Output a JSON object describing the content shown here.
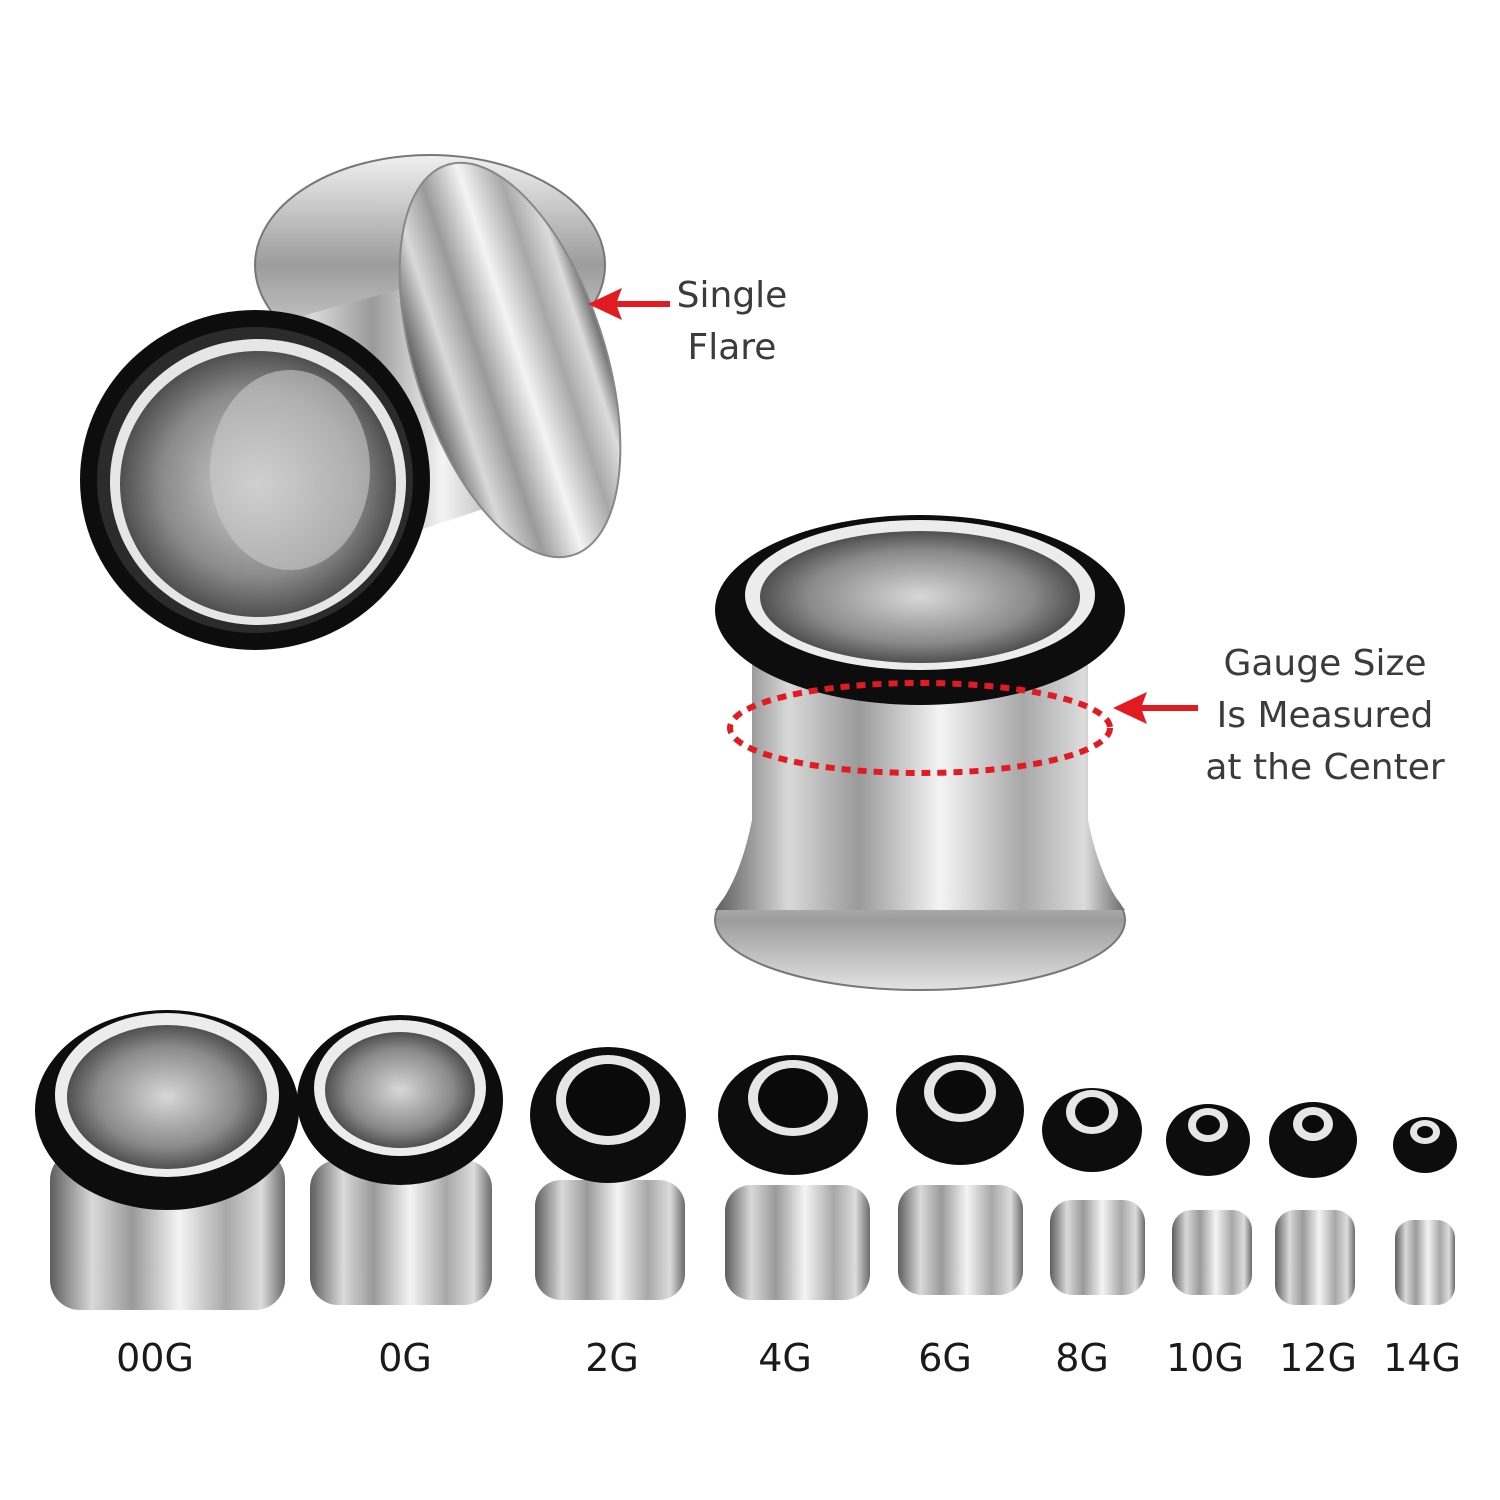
{
  "annotations": {
    "single_flare": {
      "line1": "Single",
      "line2": "Flare"
    },
    "gauge_size": {
      "line1": "Gauge Size",
      "line2": "Is Measured",
      "line3": "at the Center"
    }
  },
  "gauges": [
    {
      "label": "00G"
    },
    {
      "label": "0G"
    },
    {
      "label": "2G"
    },
    {
      "label": "4G"
    },
    {
      "label": "6G"
    },
    {
      "label": "8G"
    },
    {
      "label": "10G"
    },
    {
      "label": "12G"
    },
    {
      "label": "14G"
    }
  ],
  "colors": {
    "arrow": "#e21b23",
    "ring": "#0d0d0d",
    "steel_light": "#e8e8e8",
    "steel_dark": "#6d6d6d",
    "text": "#3b3b3b"
  }
}
